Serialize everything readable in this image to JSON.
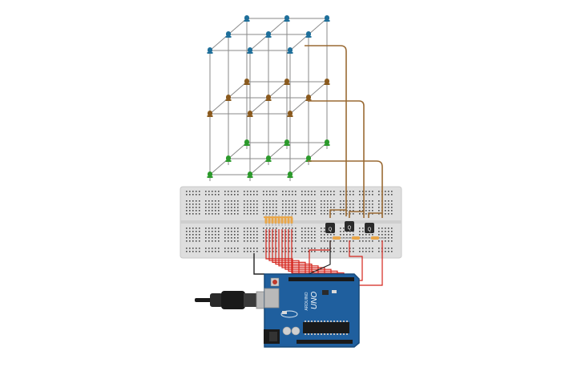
{
  "colors": {
    "background": "#ffffff",
    "breadboard": "#dedede",
    "breadboard_hole": "#4a4a4a",
    "board_blue": "#1f5f9e",
    "board_edge": "#174a7a",
    "wire_red": "#d4241c",
    "wire_black": "#222222",
    "wire_brown": "#9a6a33",
    "led_blue": "#1f6f9a",
    "led_brown": "#8a5a1e",
    "led_green": "#2c9a2c",
    "resistor": "#e8a64a",
    "frame": "#8a8a8a",
    "transistor": "#2a2a2a"
  },
  "components": {
    "board_brand": "UNO",
    "board_maker": "ARDUINO",
    "transistor_labels": [
      "Q",
      "Q",
      "Q"
    ]
  },
  "icons": [
    "usb-cable-icon",
    "reset-button-icon",
    "power-jack-icon",
    "microcontroller-chip-icon"
  ]
}
